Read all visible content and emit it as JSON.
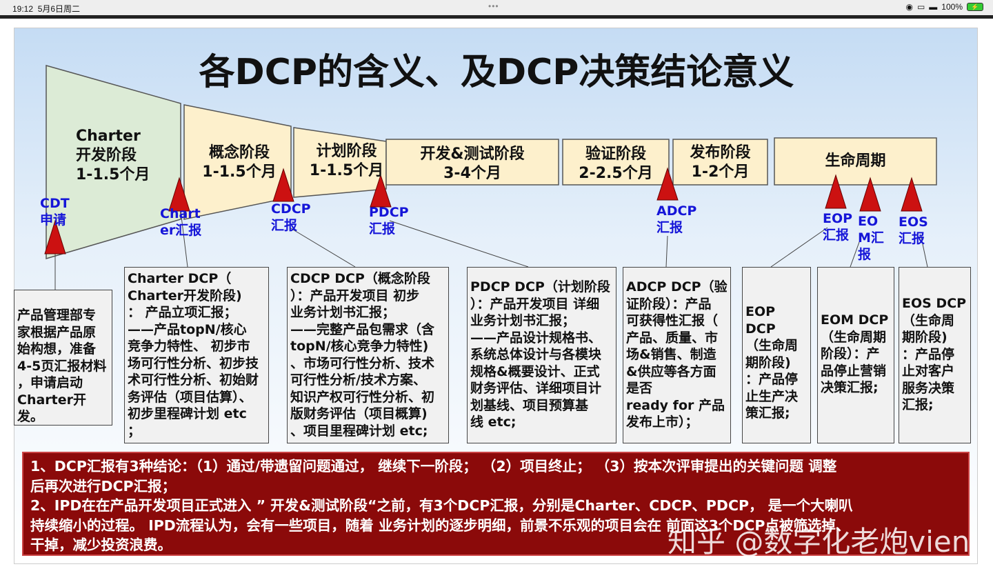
{
  "status_bar": {
    "time": "19:12",
    "date": "5月6日周二",
    "battery": "100%",
    "dots": "•••"
  },
  "title": "各DCP的含义、及DCP决策结论意义",
  "stages": [
    {
      "label": "Charter\n开发阶段\n1-1.5个月"
    },
    {
      "label": "概念阶段\n1-1.5个月"
    },
    {
      "label": "计划阶段\n1-1.5个月"
    },
    {
      "label": "开发&测试阶段\n3-4个月"
    },
    {
      "label": "验证阶段\n2-2.5个月"
    },
    {
      "label": "发布阶段\n1-2个月"
    },
    {
      "label": "生命周期"
    }
  ],
  "milestones": [
    {
      "label": "CDT\n申请"
    },
    {
      "label": "Chart\ner汇报"
    },
    {
      "label": "CDCP\n汇报"
    },
    {
      "label": "PDCP\n汇报"
    },
    {
      "label": "ADCP\n汇报"
    },
    {
      "label": "EOP\n汇报"
    },
    {
      "label": "EO\nM汇\n报"
    },
    {
      "label": "EOS\n汇报"
    }
  ],
  "boxes": [
    {
      "text": "产品管理部专\n家根据产品原\n始构想，准备\n4-5页汇报材料\n，申请启动\nCharter开发。"
    },
    {
      "text": "Charter DCP（\nCharter开发阶段)\n：  产品立项汇报；\n——产品topN/核心\n竞争力特性、 初步市\n场可行性分析、初步技\n术可行性分析、初始财\n务评估（项目估算）、\n初步里程碑计划 etc\n；"
    },
    {
      "text": "CDCP DCP（概念阶段\n）：产品开发项目 初步\n业务计划书汇报；\n——完整产品包需求（含\ntopN/核心竞争力特性)\n、市场可行性分析、技术\n可行性分析/技术方案、\n知识产权可行性分析、初\n版财务评估（项目概算)\n、项目里程碑计划 etc;"
    },
    {
      "text": "PDCP DCP（计划阶段\n）：产品开发项目 详细\n业务计划书汇报；\n——产品设计规格书、\n系统总体设计与各模块\n规格&概要设计、正式\n财务评估、详细项目计\n划基线、项目预算基\n线 etc;"
    },
    {
      "text": "ADCP DCP（验\n证阶段）：产品\n可获得性汇报（\n产品、质量、市\n场&销售、制造\n&供应等各方面\n是否\nready for 产品\n发布上市）；"
    },
    {
      "text": "EOP DCP\n（生命周\n期阶段)\n：产品停\n止生产决\n策汇报;"
    },
    {
      "text": "EOM DCP\n（生命周期\n阶段）：产\n品停止营销\n决策汇报;"
    },
    {
      "text": "EOS DCP\n（生命周\n期阶段)\n：产品停\n止对客户\n服务决策\n汇报;"
    }
  ],
  "conclusion": "1、DCP汇报有3种结论：（1）通过/带遗留问题通过， 继续下一阶段；  （2）项目终止；  （3）按本次评审提出的关键问题  调整\n后再次进行DCP汇报；\n2、IPD在在产品开发项目正式进入 ” 开发&测试阶段“之前，有3个DCP汇报，分别是Charter、CDCP、PDCP， 是一个大喇叭\n持续缩小的过程。 IPD流程认为，会有一些项目，随着 业务计划的逐步明细，前景不乐观的项目会在 前面这3个DCP点被筛选掉、\n干掉，减少投资浪费。",
  "watermark": "知乎 @数字化老炮vien",
  "colors": {
    "funnel_first": "#dcebd6",
    "stage_fill": "#fdf0cc",
    "triangle": "#cc1111",
    "milestone_text": "#1515d8",
    "conclusion_bg": "#8b0a0a"
  }
}
